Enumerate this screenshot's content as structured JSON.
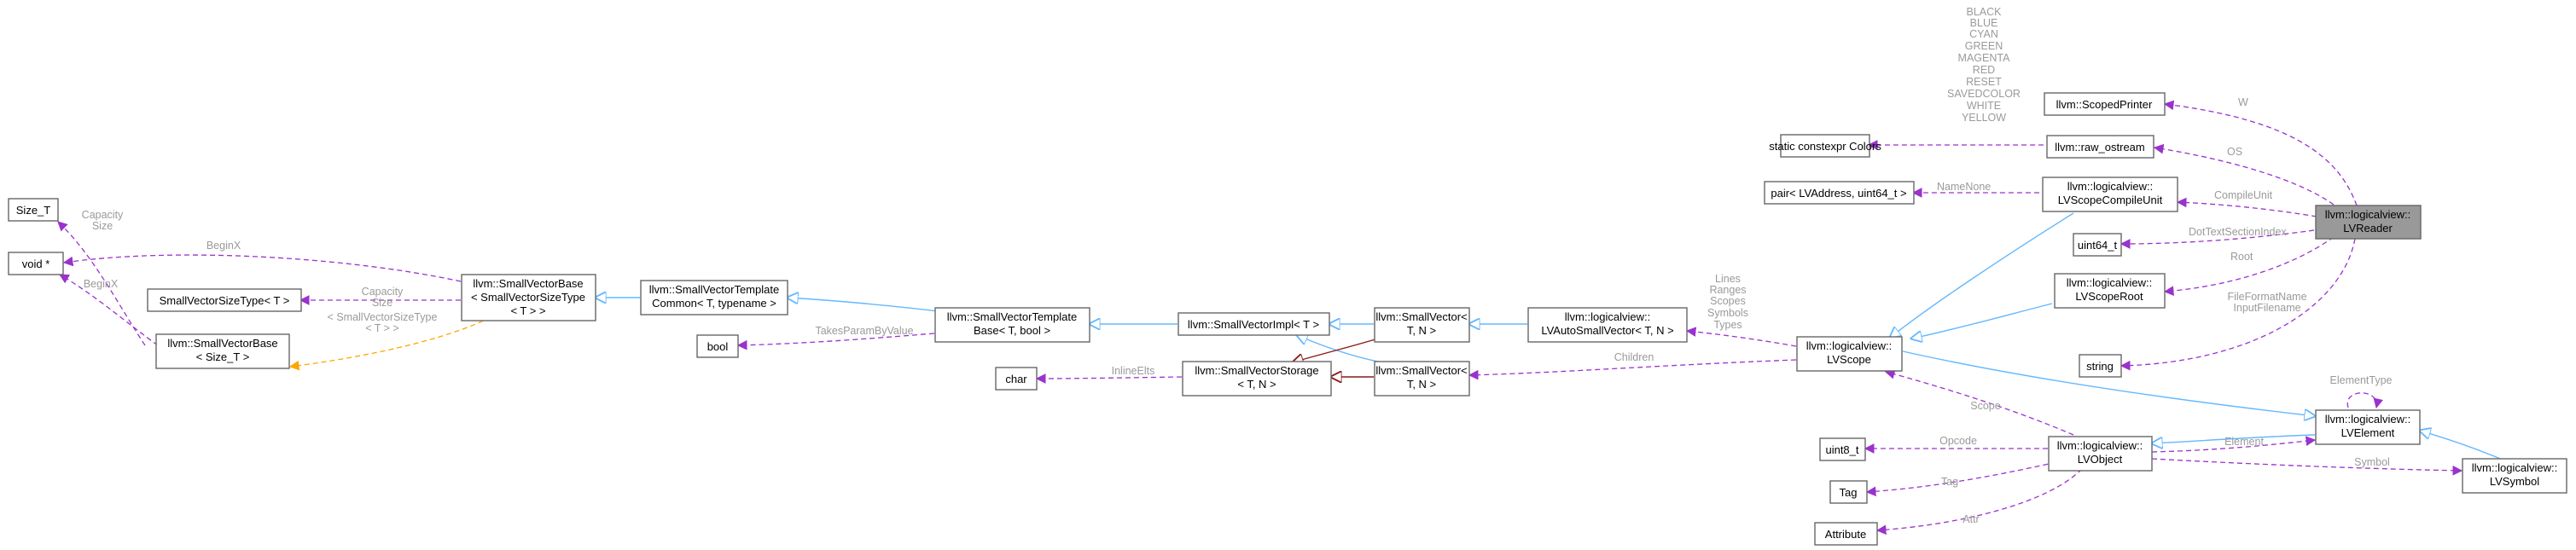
{
  "nodes": {
    "lvreader": [
      "llvm::logicalview::",
      "LVReader"
    ],
    "scopedprinter": [
      "llvm::ScopedPrinter"
    ],
    "raw_ostream": [
      "llvm::raw_ostream"
    ],
    "colors": [
      "static constexpr Colors"
    ],
    "scopecompileunit": [
      "llvm::logicalview::",
      "LVScopeCompileUnit"
    ],
    "pair": [
      "pair< LVAddress, uint64_t >"
    ],
    "uint64": [
      "uint64_t"
    ],
    "scoperoot": [
      "llvm::logicalview::",
      "LVScopeRoot"
    ],
    "string": [
      "string"
    ],
    "scope": [
      "llvm::logicalview::",
      "LVScope"
    ],
    "autosmallvector": [
      "llvm::logicalview::",
      "LVAutoSmallVector< T, N >"
    ],
    "smallvector1": [
      "llvm::SmallVector<",
      "T, N >"
    ],
    "smallvector2": [
      "llvm::SmallVector<",
      "T, N >"
    ],
    "smallvectorimpl": [
      "llvm::SmallVectorImpl< T >"
    ],
    "smallvectorstorage": [
      "llvm::SmallVectorStorage",
      "< T, N >"
    ],
    "char": [
      "char"
    ],
    "templatebase": [
      "llvm::SmallVectorTemplate",
      "Base< T, bool >"
    ],
    "bool": [
      "bool"
    ],
    "templatecommon": [
      "llvm::SmallVectorTemplate",
      "Common< T, typename >"
    ],
    "smallvectorbase": [
      "llvm::SmallVectorBase",
      "< SmallVectorSizeType",
      "< T > >"
    ],
    "sizetype": [
      "SmallVectorSizeType< T >"
    ],
    "smallvectorbase_size": [
      "llvm::SmallVectorBase",
      "< Size_T >"
    ],
    "size_t": [
      "Size_T"
    ],
    "void": [
      "void *"
    ],
    "element": [
      "llvm::logicalview::",
      "LVElement"
    ],
    "object": [
      "llvm::logicalview::",
      "LVObject"
    ],
    "symbol": [
      "llvm::logicalview::",
      "LVSymbol"
    ],
    "uint8": [
      "uint8_t"
    ],
    "tag": [
      "Tag"
    ],
    "attribute": [
      "Attribute"
    ]
  },
  "labels": {
    "colors_list": [
      "BLACK",
      "BLUE",
      "CYAN",
      "GREEN",
      "MAGENTA",
      "RED",
      "RESET",
      "SAVEDCOLOR",
      "WHITE",
      "YELLOW"
    ],
    "w": "W",
    "os": "OS",
    "namenone": "NameNone",
    "compileunit": "CompileUnit",
    "dottextsectionindex": "DotTextSectionIndex",
    "root": "Root",
    "fileformat": [
      "FileFormatName",
      "InputFilename"
    ],
    "scope_members": [
      "Lines",
      "Ranges",
      "Scopes",
      "Symbols",
      "Types"
    ],
    "children": "Children",
    "inlineelts": "InlineElts",
    "takesparambyvalue": "TakesParamByValue",
    "capacity_size_left": [
      "Capacity",
      "Size"
    ],
    "beginx_top": "BeginX",
    "beginx_left": "BeginX",
    "capacity_size_mid": [
      "Capacity",
      "Size"
    ],
    "template_arg": "< SmallVectorSizeType",
    "template_arg2": "< T > >",
    "elementtype": "ElementType",
    "scope_back": "Scope",
    "element_edge": "Element",
    "symbol_edge": "Symbol",
    "opcode": "Opcode",
    "tag_edge": "Tag",
    "attr": "Attr"
  },
  "colors": {
    "usage_edge": "#9a32cd",
    "inherit_edge": "#63b8ff",
    "private_inherit_edge": "#8b1a1a",
    "template_edge": "#ffa500",
    "focus_fill": "#999999",
    "label_gray": "#9a9a9a"
  }
}
